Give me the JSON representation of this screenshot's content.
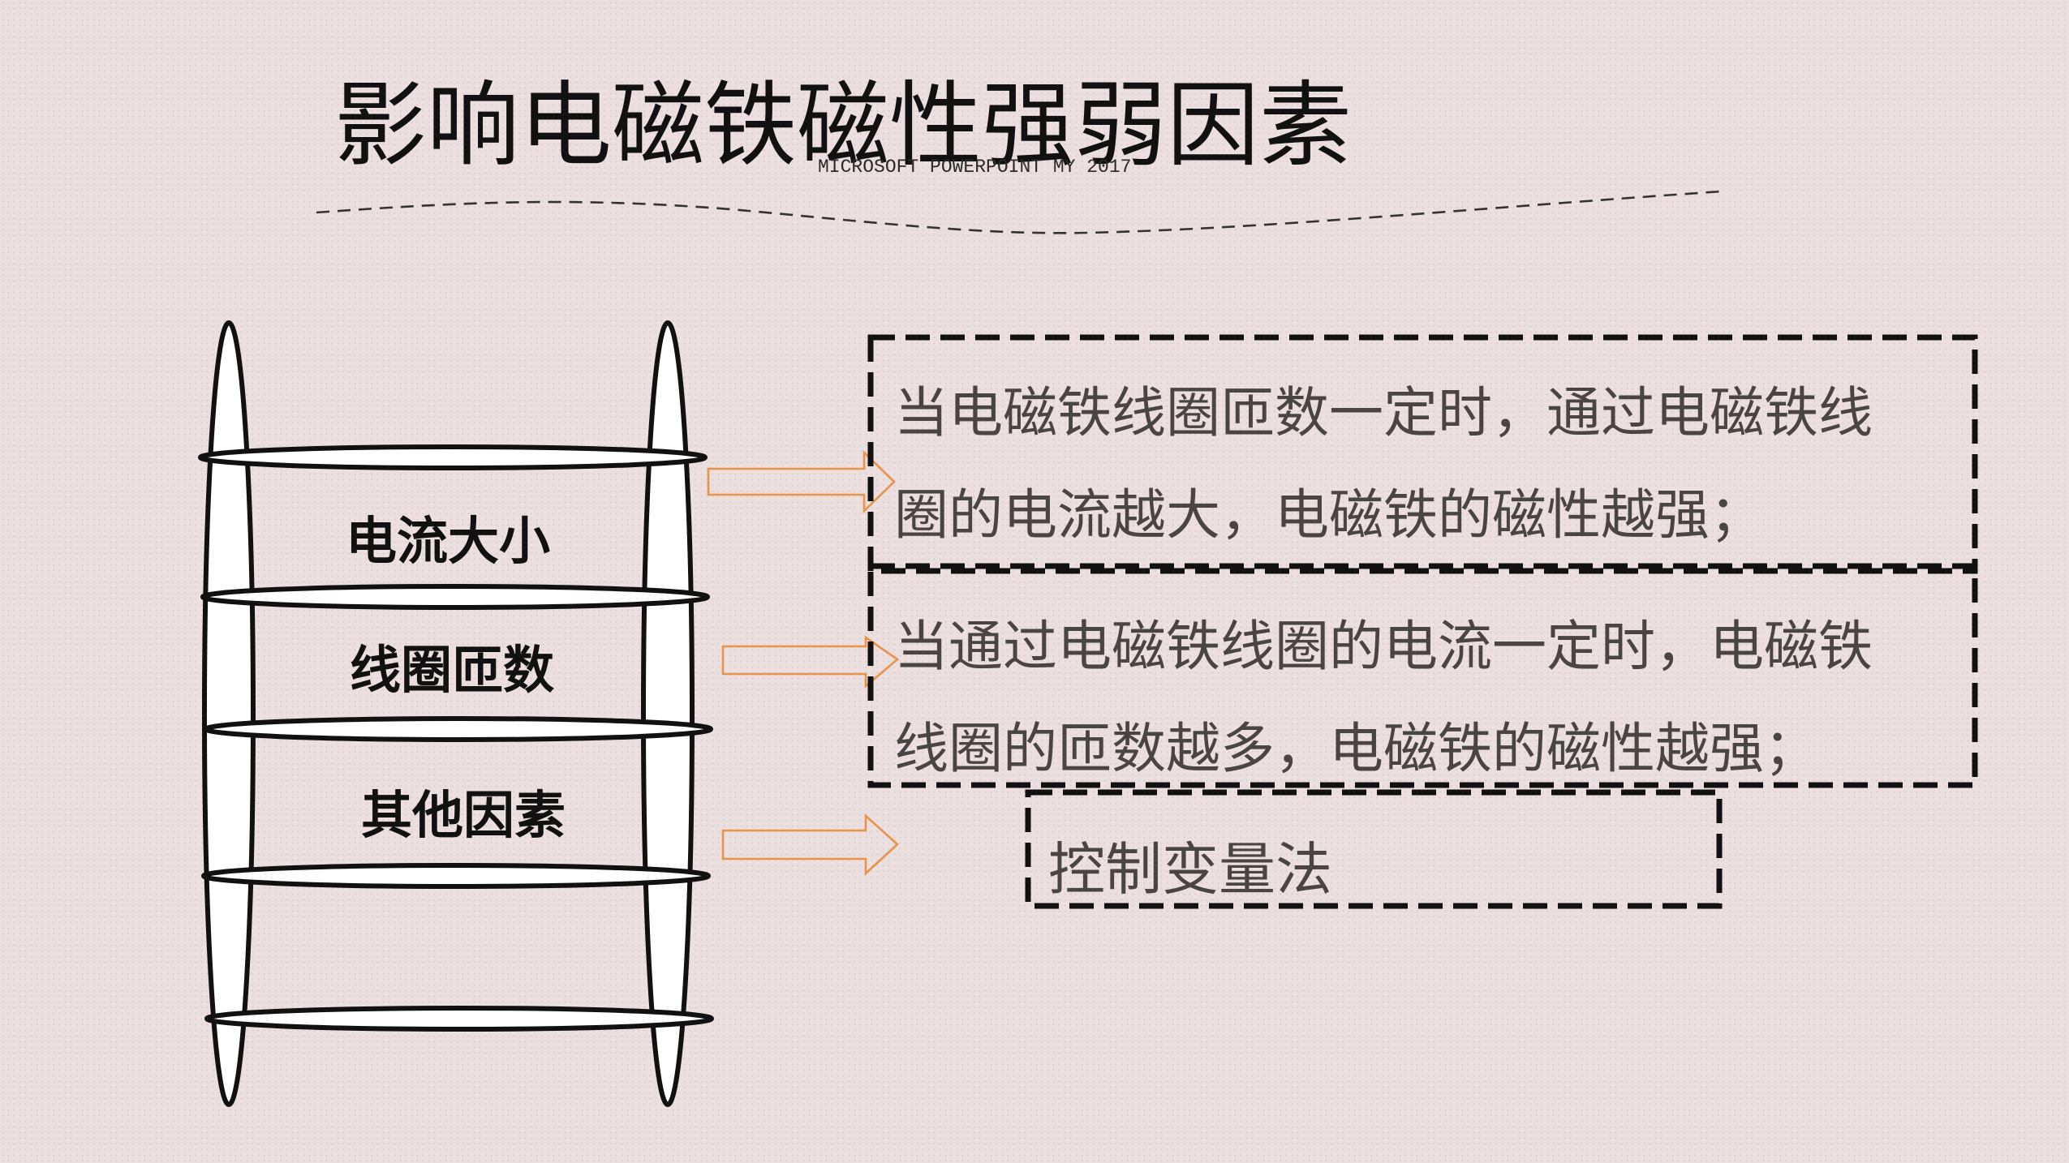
{
  "slide": {
    "title": "影响电磁铁磁性强弱因素",
    "watermark": "MICROSOFT POWERPOINT MY 2017"
  },
  "ladder": {
    "labels": [
      "电流大小",
      "线圈匝数",
      "其他因素"
    ]
  },
  "boxes": [
    {
      "lines": [
        "当电磁铁线圈匝数一定时，通过电磁铁线",
        "圈的电流越大，电磁铁的磁性越强；"
      ]
    },
    {
      "lines": [
        "当通过电磁铁线圈的电流一定时，电磁铁",
        "线圈的匝数越多，电磁铁的磁性越强；"
      ]
    },
    {
      "lines": [
        "控制变量法"
      ]
    }
  ],
  "colors": {
    "background": "#ebdfdf",
    "title": "#111111",
    "body_text": "#4a4545",
    "arrow": "#e8924a",
    "border": "#111111",
    "ladder_fill": "#ffffff"
  }
}
